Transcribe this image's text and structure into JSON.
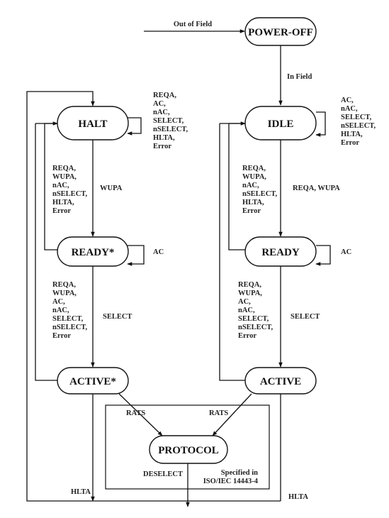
{
  "states": {
    "power_off": "POWER-OFF",
    "halt": "HALT",
    "idle": "IDLE",
    "ready_star": "READY*",
    "ready": "READY",
    "active_star": "ACTIVE*",
    "active": "ACTIVE",
    "protocol": "PROTOCOL"
  },
  "transitions": {
    "out_of_field": "Out of Field",
    "in_field": "In Field",
    "halt_self": [
      "REQA,",
      "AC,",
      "nAC,",
      "SELECT,",
      "nSELECT,",
      "HLTA,",
      "Error"
    ],
    "idle_self": [
      "AC,",
      "nAC,",
      "SELECT,",
      "nSELECT,",
      "HLTA,",
      "Error"
    ],
    "ready_star_to_halt": [
      "REQA,",
      "WUPA,",
      "nAC,",
      "nSELECT,",
      "HLTA,",
      "Error"
    ],
    "halt_to_ready_star": "WUPA",
    "ready_to_idle": [
      "REQA,",
      "WUPA,",
      "nAC,",
      "nSELECT,",
      "HLTA,",
      "Error"
    ],
    "idle_to_ready": "REQA, WUPA",
    "ready_star_self": "AC",
    "ready_self": "AC",
    "active_star_to_halt": [
      "REQA,",
      "WUPA,",
      "AC,",
      "nAC,",
      "SELECT,",
      "nSELECT,",
      "Error"
    ],
    "ready_star_to_active_star": "SELECT",
    "active_to_idle": [
      "REQA,",
      "WUPA,",
      "AC,",
      "nAC,",
      "SELECT,",
      "nSELECT,",
      "Error"
    ],
    "ready_to_active": "SELECT",
    "rats_left": "RATS",
    "rats_right": "RATS",
    "deselect": "DESELECT",
    "hlta_left": "HLTA",
    "hlta_right": "HLTA"
  },
  "protocol_note": [
    "Specified in",
    "ISO/IEC 14443-4"
  ]
}
